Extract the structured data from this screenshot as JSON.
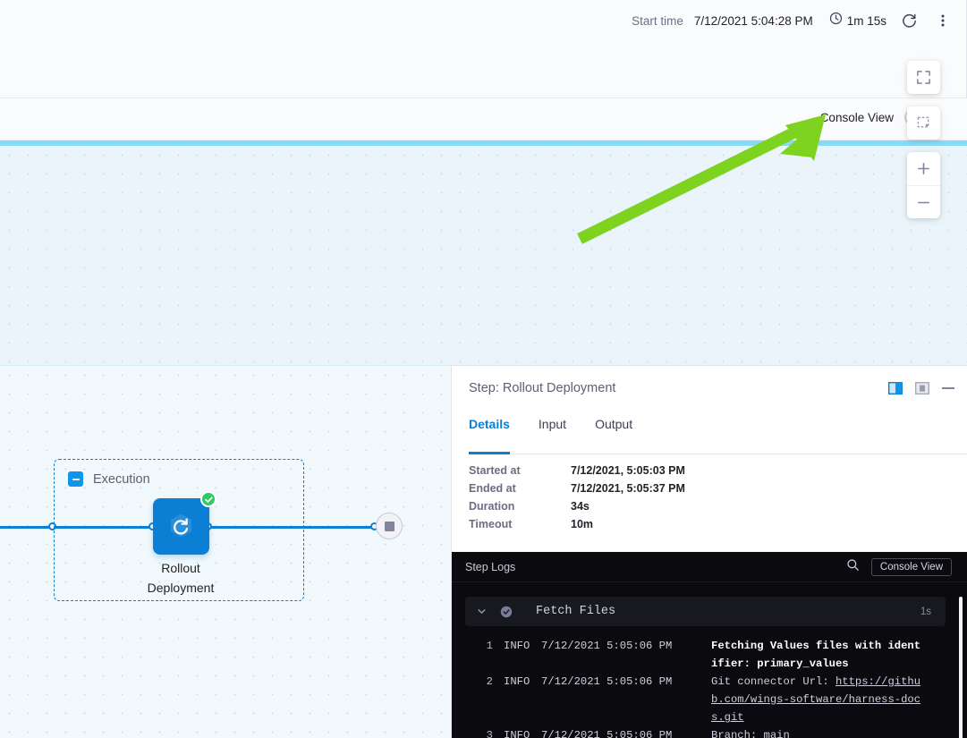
{
  "header": {
    "start_time_label": "Start time",
    "start_time_value": "7/12/2021 5:04:28 PM",
    "duration_value": "1m 15s",
    "clock_icon": "clock-icon",
    "refresh_icon": "refresh-icon",
    "more_icon": "more-vertical-icon"
  },
  "console_row": {
    "label": "Console View",
    "toggle_state": "off"
  },
  "canvas": {
    "controls": [
      {
        "name": "fit-to-screen-button",
        "icon": "expand-corners-icon"
      },
      {
        "name": "selection-mode-button",
        "icon": "crop-selection-icon"
      },
      {
        "name": "zoom-in-button",
        "icon": "plus-icon"
      },
      {
        "name": "zoom-out-button",
        "icon": "minus-icon"
      }
    ],
    "annotation": {
      "type": "arrow",
      "color": "#7ed321",
      "points_to": "console-view-toggle"
    },
    "group": {
      "title": "Execution",
      "collapse_icon": "collapse-minus-icon"
    },
    "step": {
      "label_line1": "Rollout",
      "label_line2": "Deployment",
      "icon": "rollout-deploy-icon",
      "status": "success",
      "status_icon": "check-circle-icon"
    },
    "end_node_icon": "stop-square-icon"
  },
  "details": {
    "title": "Step: Rollout Deployment",
    "layout_icons": [
      {
        "name": "split-view-icon",
        "state": "active"
      },
      {
        "name": "panel-view-icon",
        "state": "inactive"
      }
    ],
    "minimize_icon": "minimize-icon",
    "tabs": [
      {
        "label": "Details",
        "active": true
      },
      {
        "label": "Input",
        "active": false
      },
      {
        "label": "Output",
        "active": false
      }
    ],
    "rows": [
      {
        "key": "Started at",
        "value": "7/12/2021, 5:05:03 PM"
      },
      {
        "key": "Ended at",
        "value": "7/12/2021, 5:05:37 PM"
      },
      {
        "key": "Duration",
        "value": "34s"
      },
      {
        "key": "Timeout",
        "value": "10m"
      }
    ]
  },
  "logs": {
    "title": "Step Logs",
    "search_icon": "search-icon",
    "console_view_button": "Console View",
    "section": {
      "name": "Fetch Files",
      "duration": "1s",
      "chevron_icon": "chevron-down-icon",
      "status_icon": "check-circle-icon"
    },
    "lines": [
      {
        "num": "1",
        "level": "INFO",
        "timestamp": "7/12/2021 5:05:06 PM",
        "message": "Fetching Values files with identifier: primary_values",
        "bold": true,
        "link": ""
      },
      {
        "num": "2",
        "level": "INFO",
        "timestamp": "7/12/2021 5:05:06 PM",
        "message": "Git connector Url: ",
        "bold": false,
        "link": "https://github.com/wings-software/harness-docs.git"
      },
      {
        "num": "3",
        "level": "INFO",
        "timestamp": "7/12/2021 5:05:06 PM",
        "message": "Branch: main",
        "bold": false,
        "link": ""
      }
    ]
  },
  "colors": {
    "accent_blue": "#0b7fd4",
    "success_green": "#2ec866",
    "annotation_green": "#7ed321",
    "canvas_top_border": "#85dcf7",
    "log_background": "#0b0b0f"
  }
}
